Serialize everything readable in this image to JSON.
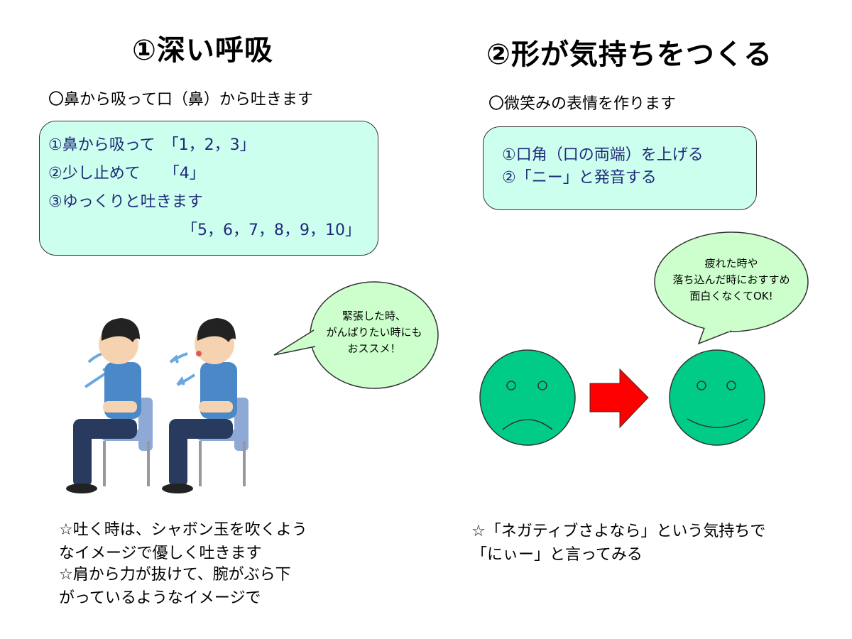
{
  "left": {
    "title": "①深い呼吸",
    "subtitle": "〇鼻から吸って口（鼻）から吐きます",
    "steps": [
      "①鼻から吸って　「1，2，3」",
      "②少し止めて　　「4」",
      "③ゆっくりと吐きます",
      "「5，6，7，8，9，10」"
    ],
    "bubble": [
      "緊張した時、",
      "がんばりたい時にも",
      "おススメ！"
    ],
    "notes": [
      [
        "☆吐く時は、シャボン玉を吹くよう",
        "なイメージで優しく吐きます"
      ],
      [
        "☆肩から力が抜けて、腕がぶら下",
        "がっているようなイメージで"
      ]
    ]
  },
  "right": {
    "title": "②形が気持ちをつくる",
    "subtitle": "〇微笑みの表情を作ります",
    "steps": [
      "①口角（口の両端）を上げる",
      "②「ニー」と発音する"
    ],
    "bubble": [
      "疲れた時や",
      "落ち込んだ時におすすめ",
      "面白くなくてOK!"
    ],
    "note": [
      "☆「ネガティブさよなら」という気持ちで",
      "「にぃー」と言ってみる"
    ]
  },
  "colors": {
    "box_fill": "#ccffee",
    "bubble_fill": "#ccffcc",
    "face_fill": "#00cc88",
    "arrow_fill": "#ff0000",
    "box_text": "#1f2a7a"
  }
}
